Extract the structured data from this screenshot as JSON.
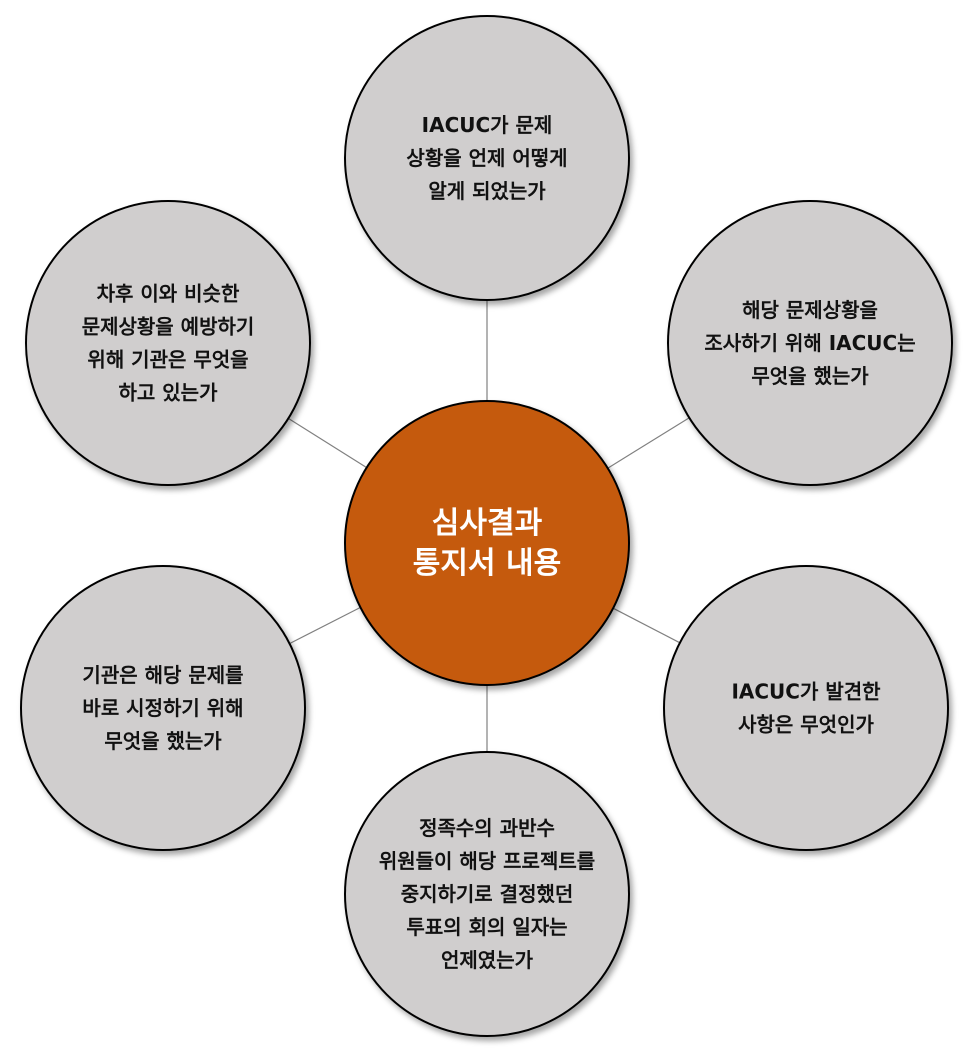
{
  "colors": {
    "center_fill": "#C55A11",
    "node_fill": "#D0CECE",
    "stroke": "#000000",
    "connector": "#808080",
    "center_text": "#FFFFFF",
    "node_text": "#111111"
  },
  "center": {
    "lines": [
      "심사결과",
      "통지서 내용"
    ]
  },
  "nodes": [
    {
      "id": "top",
      "lines": [
        "IACUC가 문제",
        "상황을 언제 어떻게",
        "알게 되었는가"
      ]
    },
    {
      "id": "upper-right",
      "lines": [
        "해당 문제상황을",
        "조사하기 위해 IACUC는",
        "무엇을 했는가"
      ]
    },
    {
      "id": "lower-right",
      "lines": [
        "IACUC가 발견한",
        "사항은 무엇인가"
      ]
    },
    {
      "id": "bottom",
      "lines": [
        "정족수의 과반수",
        "위원들이 해당 프로젝트를",
        "중지하기로 결정했던",
        "투표의 회의 일자는",
        "언제였는가"
      ]
    },
    {
      "id": "lower-left",
      "lines": [
        "기관은 해당 문제를",
        "바로 시정하기 위해",
        "무엇을 했는가"
      ]
    },
    {
      "id": "upper-left",
      "lines": [
        "차후 이와 비슷한",
        "문제상황을 예방하기",
        "위해 기관은 무엇을",
        "하고 있는가"
      ]
    }
  ]
}
